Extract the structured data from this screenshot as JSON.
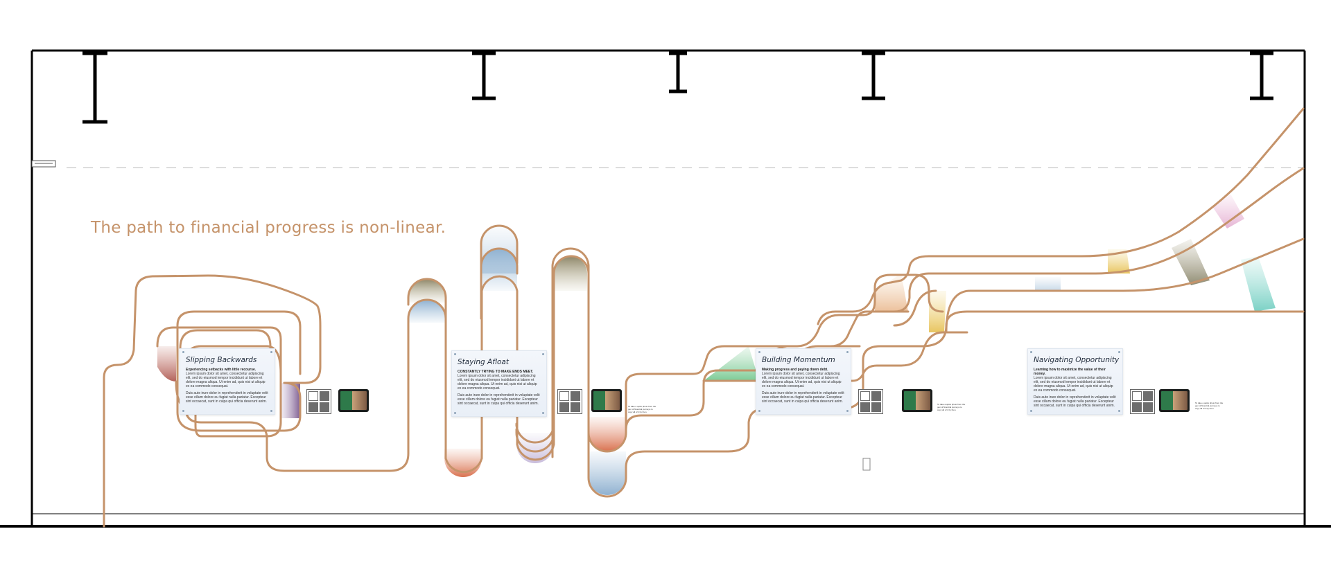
{
  "headline": "The path to financial progress is non-linear.",
  "colors": {
    "path": "#c5936a",
    "wall": "#000000",
    "headline": "#c5936a",
    "panel_bg": "#eef3f9"
  },
  "stages": [
    {
      "title": "Slipping Backwards",
      "subtitle": "Experiencing setbacks with little recourse.",
      "body1": "Lorem ipsum dolor sit amet, consectetur adipiscing elit, sed do eiusmod tempor incididunt ut labore et dolore magna aliqua. Ut enim ad, quis nisi ut aliquip ex ea commodo consequat.",
      "body2": "Duis aute irure dolor in reprehenderit in voluptate velit esse cillum dolore eu fugiat nulla pariatur. Excepteur sint occaecat, sunt in culpa qui officia deserunt anim."
    },
    {
      "title": "Staying Afloat",
      "subtitle": "CONSTANTLY TRYING TO MAKE ENDS MEET.",
      "body1": "Lorem ipsum dolor sit amet, consectetur adipiscing elit, sed do eiusmod tempor incididunt ut labore et dolore magna aliqua. Ut enim ad, quis nisi ut aliquip ex ea commodo consequat.",
      "body2": "Duis aute irure dolor in reprehenderit in voluptate velit esse cillum dolore eu fugiat nulla pariatur. Excepteur sint occaecat, sunt in culpa qui officia deserunt anim."
    },
    {
      "title": "Building Momentum",
      "subtitle": "Making progress and paying down debt.",
      "body1": "Lorem ipsum dolor sit amet, consectetur adipiscing elit, sed do eiusmod tempor incididunt ut labore et dolore magna aliqua. Ut enim ad, quis nisi ut aliquip ex ea commodo consequat.",
      "body2": "Duis aute irure dolor in reprehenderit in voluptate velit esse cillum dolore eu fugiat nulla pariatur. Excepteur sint occaecat, sunt in culpa qui officia deserunt anim."
    },
    {
      "title": "Navigating Opportunity",
      "subtitle": "Learning how to maximize the value of their money.",
      "body1": "Lorem ipsum dolor sit amet, consectetur adipiscing elit, sed do eiusmod tempor incididunt ut labore et dolore magna aliqua. Ut enim ad, quis nisi ut aliquip ex ea commodo consequat.",
      "body2": "Duis aute irure dolor in reprehenderit in voluptate velit esse cillum dolore eu fugiat nulla pariatur. Excepteur sint occaecat, sunt in culpa qui officia deserunt anim."
    }
  ],
  "media_caption": "To take a quick photo from the gen of financial journeys to copy all of it by then."
}
